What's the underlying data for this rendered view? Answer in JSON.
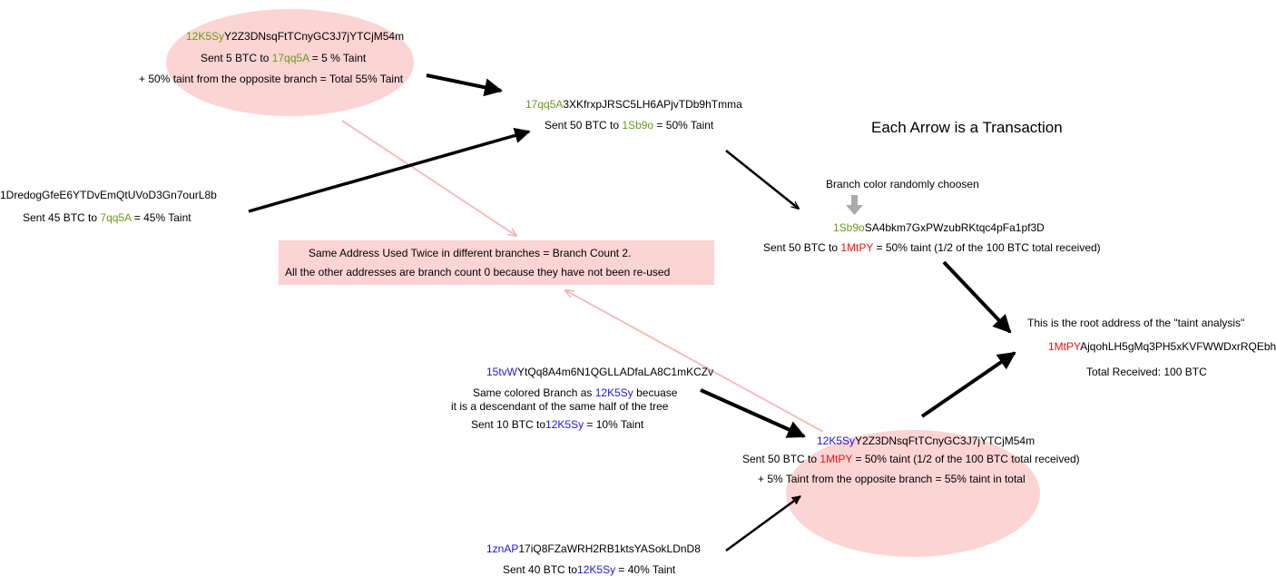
{
  "colors": {
    "green": "#6a9a1a",
    "blue": "#1a1ad8",
    "red": "#ee1111",
    "pink": "#fcd4d4"
  },
  "title": "Each Arrow is a Transaction",
  "node_12k5sy_top": {
    "addr_prefix": "12K5Sy",
    "addr_rest": "Y2Z3DNsqFtTCnyGC3J7jYTCjM54m",
    "l1_a": "Sent 5 BTC to ",
    "l1_link": "17qq5A",
    "l1_b": " = 5 % Taint",
    "l2": "+ 50% taint from the opposite branch = Total 55% Taint"
  },
  "node_17qq5a": {
    "addr_prefix": "17qq5A",
    "addr_rest": "3XKfrxpJRSC5LH6APjvTDb9hTmma",
    "l1_a": "Sent 50 BTC to ",
    "l1_link": "1Sb9o",
    "l1_b": " = 50% Taint"
  },
  "node_1dredog": {
    "addr": "1DredogGfeE6YTDvEmQtUVoD3Gn7ourL8b",
    "l1_a": "Sent 45 BTC to ",
    "l1_link": "7qq5A",
    "l1_b": " = 45% Taint"
  },
  "branch_note": "Branch color randomly choosen",
  "node_1sb9o": {
    "addr_prefix": "1Sb9o",
    "addr_rest": "SA4bkm7GxPWzubRKtqc4pFa1pf3D",
    "l1_a": "Sent 50 BTC to ",
    "l1_link": "1MtPY",
    "l1_b": " = 50% taint (1/2 of the 100 BTC total received)"
  },
  "branch_count_box": {
    "l1": "Same Address Used Twice in different branches = Branch Count 2.",
    "l2": "All the other addresses are branch count 0 because they have not been re-used"
  },
  "root": {
    "label": "This is the root address of the \"taint analysis\"",
    "addr_prefix": "1MtPY",
    "addr_rest": "AjqohLH5gMq3PH5xKVFWWDxrRQEbh",
    "total": "Total Received: 100 BTC"
  },
  "node_15tvw": {
    "addr_prefix": "15tvW",
    "addr_rest": "YtQq8A4m6N1QGLLADfaLA8C1mKCZv",
    "note1_a": "Same colored Branch as ",
    "note1_link": "12K5Sy",
    "note1_b": " becuase",
    "note2": "it is a descendant of the same half of the tree",
    "l1_a": "Sent 10 BTC to",
    "l1_link": "12K5Sy",
    "l1_b": " = 10% Taint"
  },
  "node_12k5sy_bottom": {
    "addr_prefix": "12K5Sy",
    "addr_rest": "Y2Z3DNsqFtTCnyGC3J7jYTCjM54m",
    "l1_a": "Sent 50 BTC to ",
    "l1_link": "1MtPY",
    "l1_b": " = 50% taint (1/2 of the 100 BTC total received)",
    "l2": "+ 5% Taint from the opposite branch = 55% taint in total"
  },
  "node_1znap": {
    "addr_prefix": "1znAP",
    "addr_rest": "17iQ8FZaWRH2RB1ktsYASokLDnD8",
    "l1_a": "Sent 40 BTC to",
    "l1_link": "12K5Sy",
    "l1_b": " = 40% Taint"
  }
}
